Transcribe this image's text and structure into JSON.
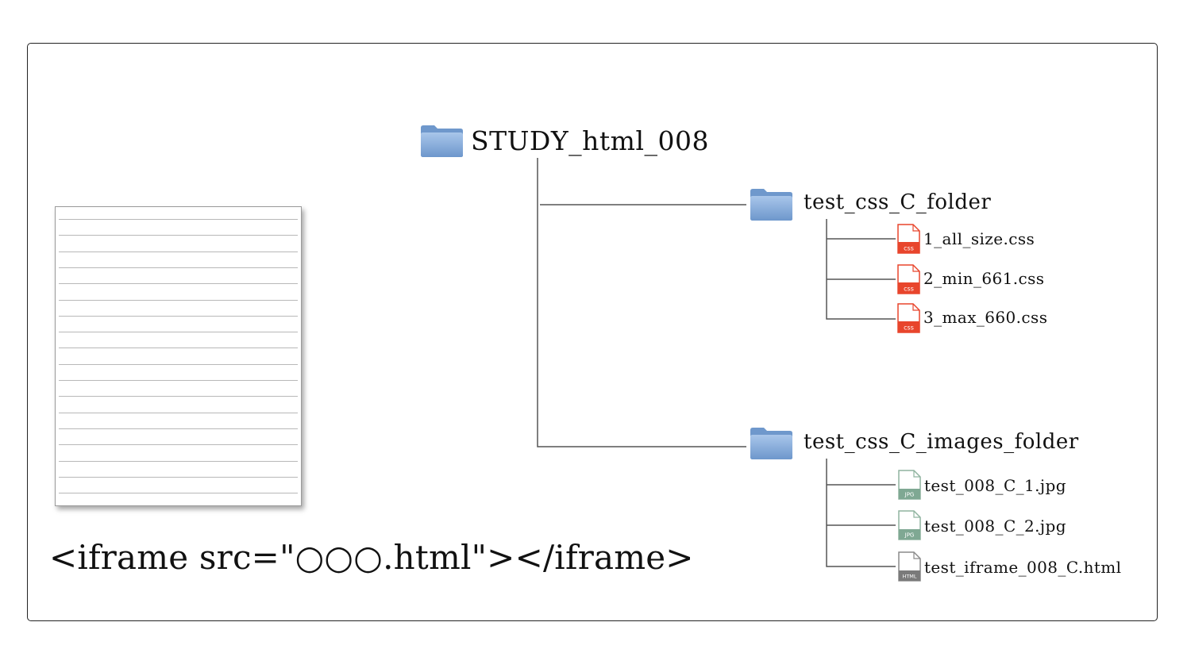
{
  "caption": "<iframe src=\"○○○.html\"></iframe>",
  "tree": {
    "root": {
      "label": "STUDY_html_008",
      "icon": "folder-icon"
    },
    "folders": [
      {
        "label": "test_css_C_folder",
        "icon": "folder-icon",
        "files": [
          {
            "label": "1_all_size.css",
            "icon": "css-file-icon",
            "badge": "CSS"
          },
          {
            "label": "2_min_661.css",
            "icon": "css-file-icon",
            "badge": "CSS"
          },
          {
            "label": "3_max_660.css",
            "icon": "css-file-icon",
            "badge": "CSS"
          }
        ]
      },
      {
        "label": "test_css_C_images_folder",
        "icon": "folder-icon",
        "files": [
          {
            "label": "test_008_C_1.jpg",
            "icon": "jpg-file-icon",
            "badge": "JPG"
          },
          {
            "label": "test_008_C_2.jpg",
            "icon": "jpg-file-icon",
            "badge": "JPG"
          },
          {
            "label": "test_iframe_008_C.html",
            "icon": "html-file-icon",
            "badge": "HTML"
          }
        ]
      }
    ]
  },
  "colors": {
    "folder": "#7ea6d6",
    "css_badge": "#e8452c",
    "jpg_badge": "#7fa893",
    "html_badge": "#7a7a7a",
    "line": "#555555"
  }
}
